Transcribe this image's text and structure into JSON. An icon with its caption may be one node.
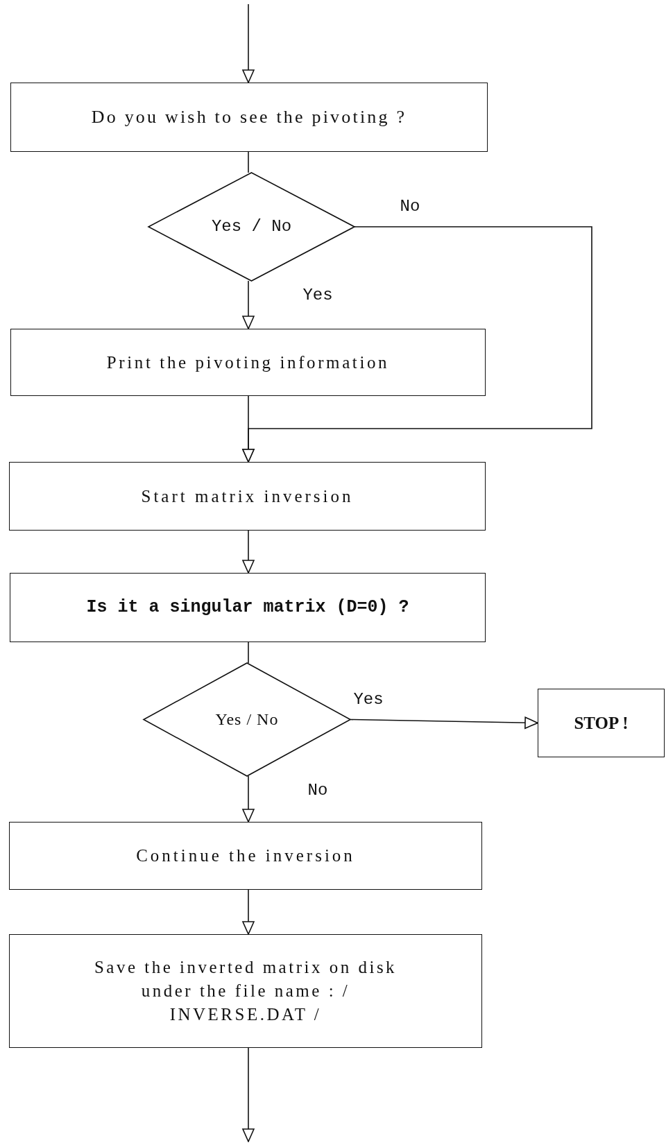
{
  "diagram": {
    "nodes": [
      {
        "text": [
          "Do you wish to see the pivoting ?"
        ]
      },
      {
        "text": [
          "Yes / No"
        ]
      },
      {
        "text": [
          "Print the pivoting information"
        ]
      },
      {
        "text": [
          "Start matrix inversion"
        ]
      },
      {
        "text": [
          "Is it a singular matrix (D=0) ?"
        ]
      },
      {
        "text": [
          "Yes / No"
        ]
      },
      {
        "text": [
          "STOP !"
        ]
      },
      {
        "text": [
          "Continue the inversion"
        ]
      },
      {
        "text": [
          "Save the inverted matrix on disk under the file name : / INVERSE.DAT /"
        ]
      }
    ],
    "edges": [
      {
        "from": null,
        "to": 0,
        "arrow": "to"
      },
      {
        "from": 0,
        "to": 1,
        "arrow": "none"
      },
      {
        "from": 1,
        "to": 2,
        "arrow": "to",
        "label": "Yes"
      },
      {
        "from": 1,
        "to": 3,
        "arrow": "to",
        "label": "No"
      },
      {
        "from": 2,
        "to": 3,
        "arrow": "to"
      },
      {
        "from": 3,
        "to": 4,
        "arrow": "to"
      },
      {
        "from": 4,
        "to": 5,
        "arrow": "none"
      },
      {
        "from": 5,
        "to": 6,
        "arrow": "to",
        "label": "Yes"
      },
      {
        "from": 5,
        "to": 7,
        "arrow": "to",
        "label": "No"
      },
      {
        "from": 7,
        "to": 8,
        "arrow": "to"
      },
      {
        "from": 8,
        "to": null,
        "arrow": "to"
      }
    ]
  }
}
